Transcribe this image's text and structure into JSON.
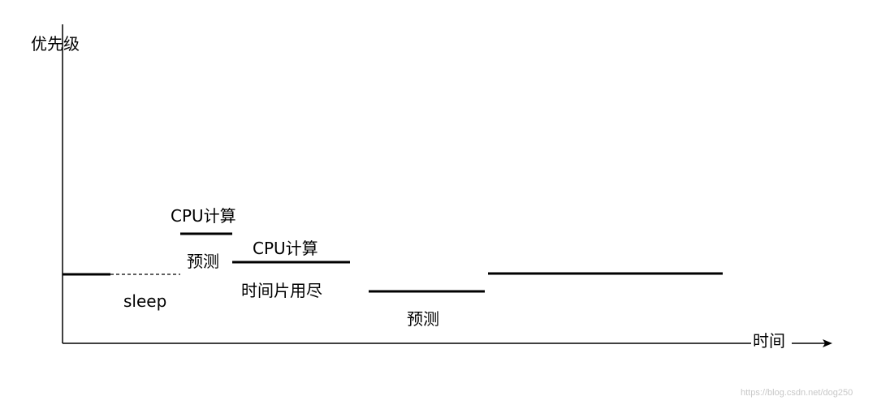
{
  "diagram": {
    "y_axis_label": "优先级",
    "x_axis_label": "时间",
    "labels": {
      "sleep": "sleep",
      "cpu_compute_1": "CPU计算",
      "predict_1": "预测",
      "cpu_compute_2": "CPU计算",
      "time_slice_used_up": "时间片用尽",
      "predict_2": "预测"
    },
    "line_color": "#000000"
  },
  "watermark": "https://blog.csdn.net/dog250"
}
